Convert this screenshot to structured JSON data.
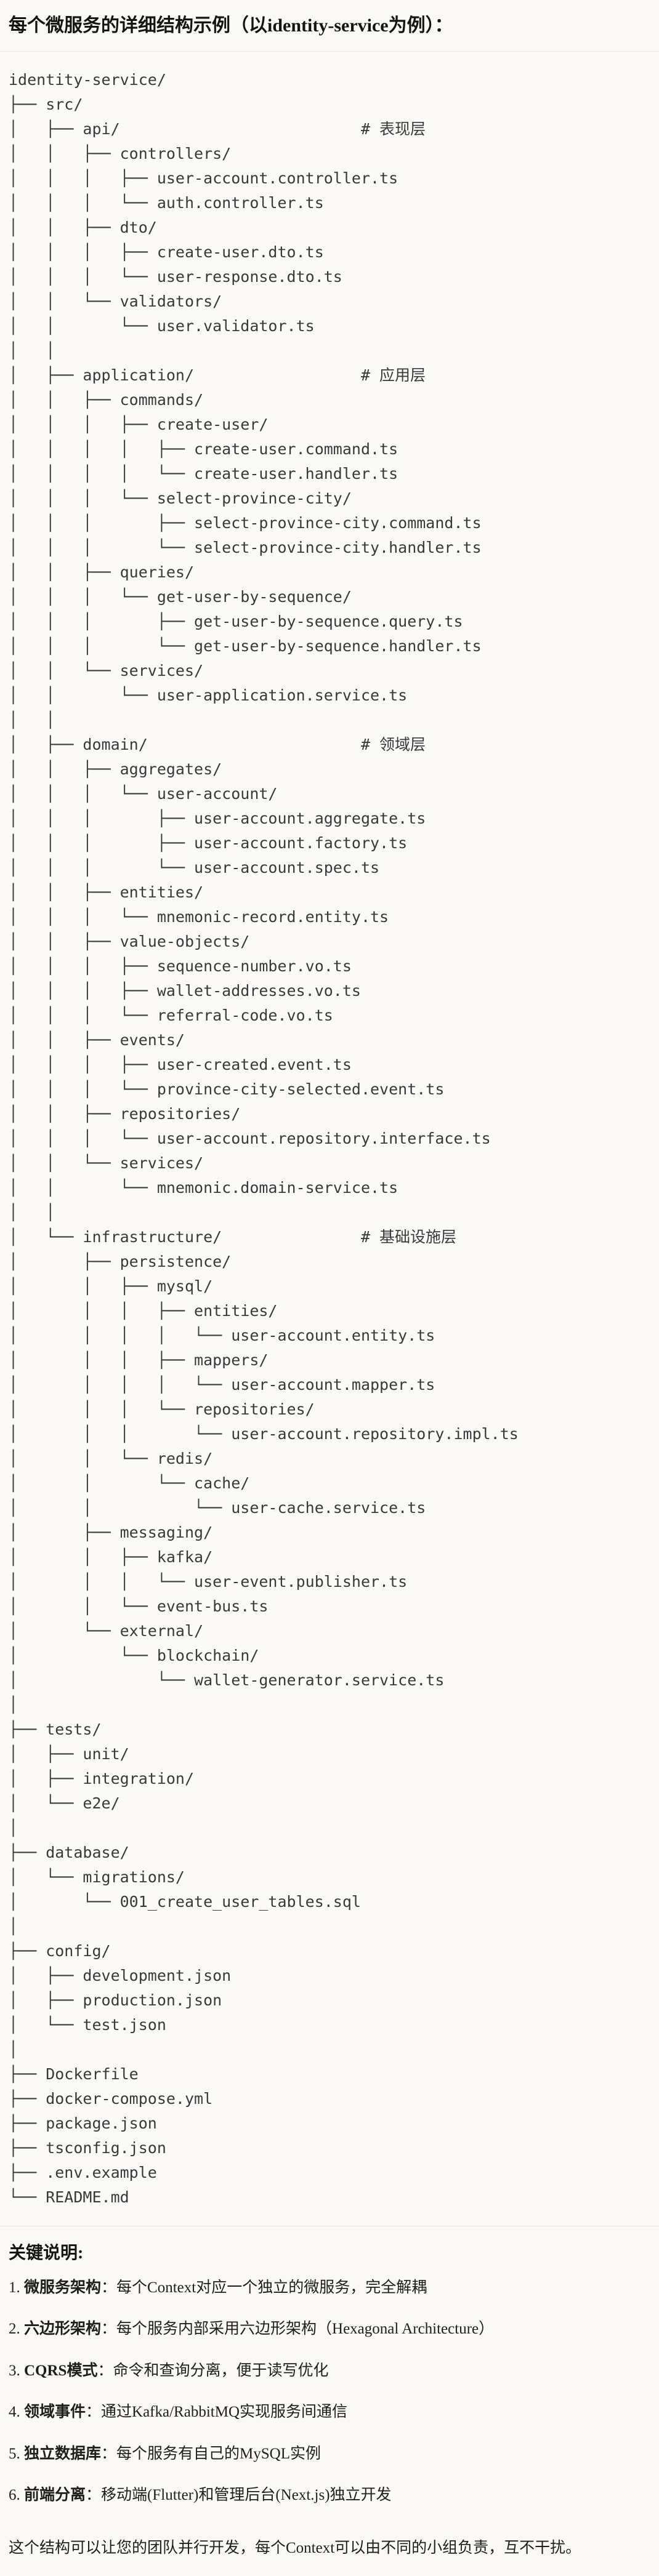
{
  "document": {
    "title": "每个微服务的详细结构示例（以identity-service为例）：",
    "accent_color": "#141413",
    "background_color": "#faf9f5",
    "code_background_color": "#fbfaf7",
    "code_text_color": "#37393b",
    "divider_color": "#e8e6df"
  },
  "tree": {
    "root": "identity-service/",
    "text": "identity-service/\n├── src/\n│   ├── api/                          # 表现层\n│   │   ├── controllers/\n│   │   │   ├── user-account.controller.ts\n│   │   │   └── auth.controller.ts\n│   │   ├── dto/\n│   │   │   ├── create-user.dto.ts\n│   │   │   └── user-response.dto.ts\n│   │   └── validators/\n│   │       └── user.validator.ts\n│   │\n│   ├── application/                  # 应用层\n│   │   ├── commands/\n│   │   │   ├── create-user/\n│   │   │   │   ├── create-user.command.ts\n│   │   │   │   └── create-user.handler.ts\n│   │   │   └── select-province-city/\n│   │   │       ├── select-province-city.command.ts\n│   │   │       └── select-province-city.handler.ts\n│   │   ├── queries/\n│   │   │   └── get-user-by-sequence/\n│   │   │       ├── get-user-by-sequence.query.ts\n│   │   │       └── get-user-by-sequence.handler.ts\n│   │   └── services/\n│   │       └── user-application.service.ts\n│   │\n│   ├── domain/                       # 领域层\n│   │   ├── aggregates/\n│   │   │   └── user-account/\n│   │   │       ├── user-account.aggregate.ts\n│   │   │       ├── user-account.factory.ts\n│   │   │       └── user-account.spec.ts\n│   │   ├── entities/\n│   │   │   └── mnemonic-record.entity.ts\n│   │   ├── value-objects/\n│   │   │   ├── sequence-number.vo.ts\n│   │   │   ├── wallet-addresses.vo.ts\n│   │   │   └── referral-code.vo.ts\n│   │   ├── events/\n│   │   │   ├── user-created.event.ts\n│   │   │   └── province-city-selected.event.ts\n│   │   ├── repositories/\n│   │   │   └── user-account.repository.interface.ts\n│   │   └── services/\n│   │       └── mnemonic.domain-service.ts\n│   │\n│   └── infrastructure/               # 基础设施层\n│       ├── persistence/\n│       │   ├── mysql/\n│       │   │   ├── entities/\n│       │   │   │   └── user-account.entity.ts\n│       │   │   ├── mappers/\n│       │   │   │   └── user-account.mapper.ts\n│       │   │   └── repositories/\n│       │   │       └── user-account.repository.impl.ts\n│       │   └── redis/\n│       │       └── cache/\n│       │           └── user-cache.service.ts\n│       ├── messaging/\n│       │   ├── kafka/\n│       │   │   └── user-event.publisher.ts\n│       │   └── event-bus.ts\n│       └── external/\n│           └── blockchain/\n│               └── wallet-generator.service.ts\n│\n├── tests/\n│   ├── unit/\n│   ├── integration/\n│   └── e2e/\n│\n├── database/\n│   └── migrations/\n│       └── 001_create_user_tables.sql\n│\n├── config/\n│   ├── development.json\n│   ├── production.json\n│   └── test.json\n│\n├── Dockerfile\n├── docker-compose.yml\n├── package.json\n├── tsconfig.json\n├── .env.example\n└── README.md",
    "layer_comments": [
      "# 表现层",
      "# 应用层",
      "# 领域层",
      "# 基础设施层"
    ]
  },
  "notes": {
    "heading": "关键说明:",
    "items": [
      {
        "key": "微服务架构",
        "sep": "：",
        "value": "每个Context对应一个独立的微服务，完全解耦"
      },
      {
        "key": "六边形架构",
        "sep": "：",
        "value": "每个服务内部采用六边形架构（Hexagonal Architecture）"
      },
      {
        "key": "CQRS模式",
        "sep": "：",
        "value": "命令和查询分离，便于读写优化"
      },
      {
        "key": "领域事件",
        "sep": "：",
        "value": "通过Kafka/RabbitMQ实现服务间通信"
      },
      {
        "key": "独立数据库",
        "sep": "：",
        "value": "每个服务有自己的MySQL实例"
      },
      {
        "key": "前端分离",
        "sep": "：",
        "value": "移动端(Flutter)和管理后台(Next.js)独立开发"
      }
    ],
    "closing": "这个结构可以让您的团队并行开发，每个Context可以由不同的小组负责，互不干扰。"
  }
}
